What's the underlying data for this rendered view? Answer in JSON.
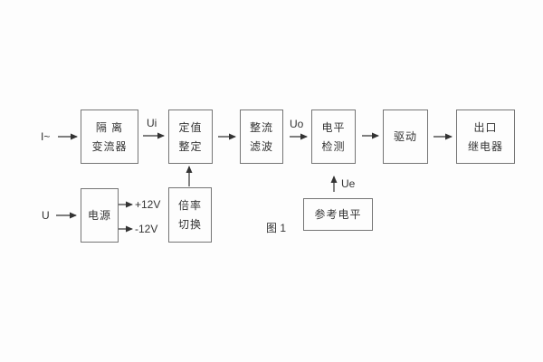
{
  "figure": {
    "caption": "图 1"
  },
  "blocks": {
    "isolation": {
      "line1": "隔 离",
      "line2": "变流器"
    },
    "setting": {
      "line1": "定值",
      "line2": "整定"
    },
    "rectifier": {
      "line1": "整流",
      "line2": "滤波"
    },
    "detector": {
      "line1": "电平",
      "line2": "检测"
    },
    "driver": {
      "line1": "驱动"
    },
    "relay": {
      "line1": "出口",
      "line2": "继电器"
    },
    "power": {
      "line1": "电源"
    },
    "ratio": {
      "line1": "倍率",
      "line2": "切换"
    },
    "reference": {
      "line1": "参考电平"
    }
  },
  "signals": {
    "input_current": "I~",
    "ui": "Ui",
    "uo": "Uo",
    "ue": "Ue",
    "input_voltage": "U",
    "plus12": "+12V",
    "minus12": "-12V"
  },
  "colors": {
    "background": "#fdfdfd",
    "box_border": "#757575",
    "wire": "#333333",
    "text": "#333333"
  }
}
